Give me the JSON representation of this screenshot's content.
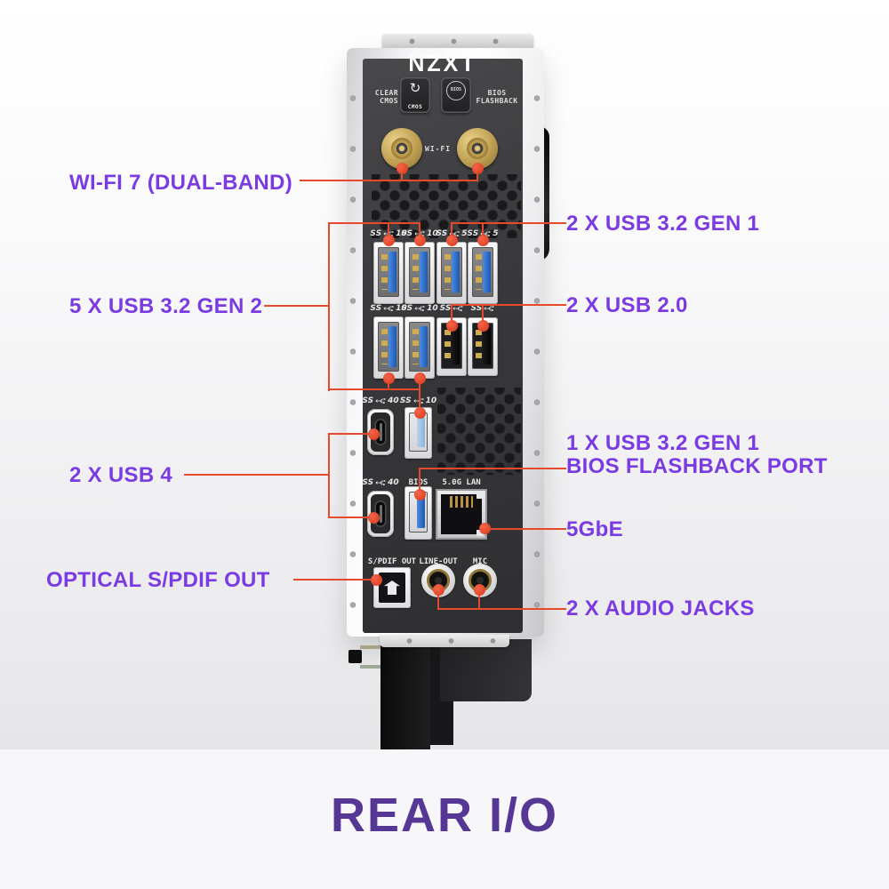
{
  "title": "REAR I/O",
  "colors": {
    "label_purple": "#7b3be2",
    "title_purple": "#563795",
    "callout_red": "#e54a2d",
    "panel_dark": "#38383b"
  },
  "board": {
    "logo": "NZXT",
    "clear_cmos_label": [
      "CLEAR",
      "CMOS"
    ],
    "cmos_button": {
      "icon": "↻",
      "caption": "CMOS"
    },
    "bios_button": {
      "ring_text": "BIOS"
    },
    "bios_flashback_label": [
      "BIOS",
      "FLASHBACK"
    ],
    "wifi_print": "WI-FI"
  },
  "callouts": {
    "left": [
      {
        "text": "WI-FI 7 (DUAL-BAND)"
      },
      {
        "text": "5 X USB 3.2 GEN 2"
      },
      {
        "text": "2 X USB 4"
      },
      {
        "text": "OPTICAL S/PDIF OUT"
      }
    ],
    "right": [
      {
        "lines": [
          "2 X USB 3.2 GEN 1"
        ]
      },
      {
        "lines": [
          "2 X USB 2.0"
        ]
      },
      {
        "lines": [
          "1 X USB 3.2 GEN 1",
          "BIOS FLASHBACK PORT"
        ]
      },
      {
        "lines": [
          "5GbE"
        ]
      },
      {
        "lines": [
          "2 X AUDIO JACKS"
        ]
      }
    ]
  },
  "ports": {
    "row1": [
      {
        "label": "SS",
        "speed": "10",
        "type": "usb-a-blue",
        "name": "usb-3-2-gen2-port"
      },
      {
        "label": "SS",
        "speed": "10",
        "type": "usb-a-blue",
        "name": "usb-3-2-gen2-port"
      },
      {
        "label": "SS",
        "speed": "5",
        "type": "usb-a-blue",
        "name": "usb-3-2-gen1-port"
      },
      {
        "label": "SS",
        "speed": "5",
        "type": "usb-a-blue",
        "name": "usb-3-2-gen1-port"
      }
    ],
    "row2": [
      {
        "label": "SS",
        "speed": "10",
        "type": "usb-a-blue",
        "name": "usb-3-2-gen2-port"
      },
      {
        "label": "SS",
        "speed": "10",
        "type": "usb-a-blue",
        "name": "usb-3-2-gen2-port"
      },
      {
        "label": "SS",
        "speed": "",
        "type": "usb-2",
        "name": "usb-2-0-port"
      },
      {
        "label": "SS",
        "speed": "",
        "type": "usb-2",
        "name": "usb-2-0-port"
      }
    ],
    "row3": [
      {
        "label": "SS",
        "speed": "40",
        "type": "usb-c",
        "name": "usb4-type-c-port"
      },
      {
        "label": "SS",
        "speed": "10",
        "type": "usb-a-light",
        "name": "usb-3-2-gen2-port"
      }
    ],
    "row4": [
      {
        "label": "SS",
        "speed": "40",
        "type": "usb-c",
        "name": "usb4-type-c-port"
      },
      {
        "label": "BIOS",
        "speed": "",
        "type": "usb-a-bios",
        "name": "bios-flashback-usb-port"
      },
      {
        "label": "5.0G LAN",
        "speed": "",
        "type": "lan",
        "name": "5g-lan-port"
      }
    ],
    "row5": [
      {
        "label": "S/PDIF OUT",
        "type": "spdif",
        "name": "optical-spdif-port"
      },
      {
        "label": "LINE-OUT",
        "type": "jack",
        "name": "line-out-jack"
      },
      {
        "label": "MIC",
        "type": "jack",
        "name": "mic-jack"
      }
    ]
  }
}
